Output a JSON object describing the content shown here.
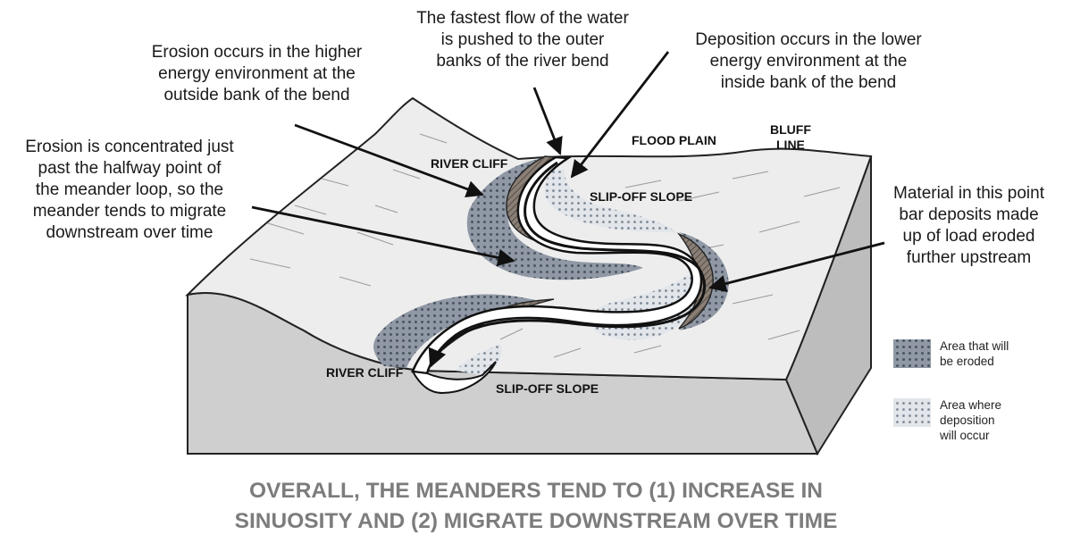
{
  "annotations": {
    "fastest_flow": [
      "The fastest flow of the water",
      "is pushed to the outer",
      "banks of the river bend"
    ],
    "erosion_outside": [
      "Erosion occurs in the higher",
      "energy environment at the",
      "outside bank of the bend"
    ],
    "deposition_inside": [
      "Deposition occurs in the lower",
      "energy environment at the",
      "inside bank of the bend"
    ],
    "erosion_concentrated": [
      "Erosion is concentrated just",
      "past the halfway point of",
      "the meander loop, so the",
      "meander tends to migrate",
      "downstream over time"
    ],
    "point_bar_material": [
      "Material in this point",
      "bar deposits made",
      "up of load eroded",
      "further upstream"
    ]
  },
  "labels": {
    "river_cliff_top": "RIVER CLIFF",
    "flood_plain": "FLOOD PLAIN",
    "bluff_line": [
      "BLUFF",
      "LINE"
    ],
    "slip_off_top": "SLIP-OFF SLOPE",
    "river_cliff_bottom": "RIVER CLIFF",
    "slip_off_bottom": "SLIP-OFF SLOPE"
  },
  "legend": {
    "eroded": [
      "Area that will",
      "be eroded"
    ],
    "deposition": [
      "Area where",
      "deposition",
      "will occur"
    ]
  },
  "conclusion": [
    "OVERALL, THE MEANDERS TEND TO (1) INCREASE IN",
    "SINUOSITY AND (2) MIGRATE DOWNSTREAM OVER TIME"
  ],
  "colors": {
    "erosion_fill": "#8f98a4",
    "deposition_fill": "#dde2e8",
    "surface_fill": "#ededed",
    "side_fill": "#cfcfcf",
    "bank_fill": "#8a7f76",
    "conclusion_text": "#7c7c7c"
  }
}
